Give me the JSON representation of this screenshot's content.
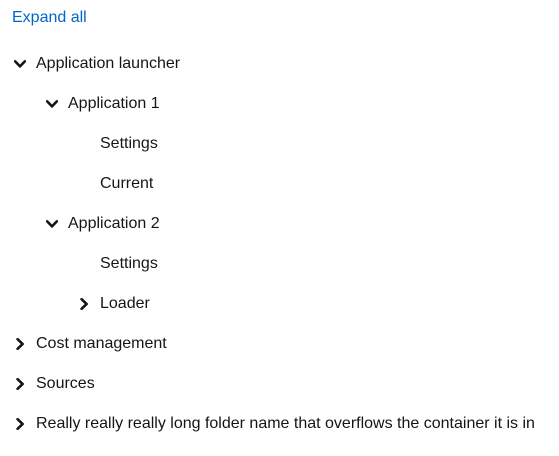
{
  "toolbar": {
    "expand_all_label": "Expand all"
  },
  "tree": {
    "app_launcher": {
      "label": "Application launcher",
      "expanded": true,
      "app1": {
        "label": "Application 1",
        "expanded": true,
        "settings": "Settings",
        "current": "Current"
      },
      "app2": {
        "label": "Application 2",
        "expanded": true,
        "settings": "Settings",
        "loader": {
          "label": "Loader",
          "expanded": false
        }
      }
    },
    "cost_management": {
      "label": "Cost management",
      "expanded": false
    },
    "sources": {
      "label": "Sources",
      "expanded": false
    },
    "long_folder": {
      "label": "Really really really long folder name that overflows the container it is in",
      "expanded": false
    }
  },
  "colors": {
    "link": "#0066cc",
    "text": "#151515"
  },
  "icons": {
    "expanded": "chevron-down-icon",
    "collapsed": "chevron-right-icon"
  }
}
